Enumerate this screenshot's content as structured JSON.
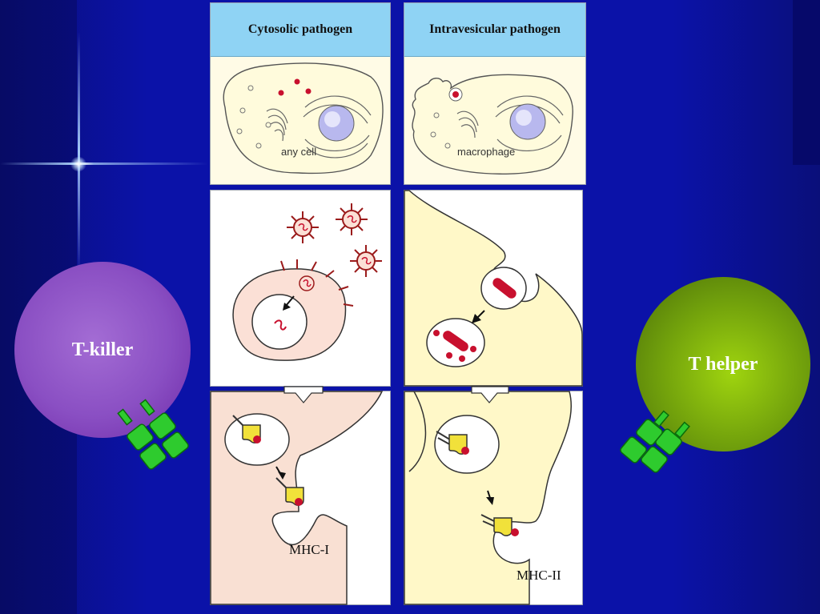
{
  "headers": {
    "cytosolic": "Cytosolic pathogen",
    "intravesicular": "Intravesicular pathogen"
  },
  "cell_labels": {
    "any_cell": "any cell",
    "macrophage": "macrophage"
  },
  "mhc_labels": {
    "mhc1": "MHC-I",
    "mhc2": "MHC-II"
  },
  "t_cells": {
    "killer": "T-killer",
    "helper": "T helper"
  },
  "colors": {
    "background": "#0b12a8",
    "header_fill": "#8fd3f4",
    "cell_fill_top": "#fffbdc",
    "cytosolic_cell_fill": "#f9e0d3",
    "intravesicular_cell_fill": "#fff8c8",
    "pathogen_red": "#c8102e",
    "mhc_yellow": "#f1e13a",
    "receptor_green": "#2ecb2e",
    "t_killer": "#8a4fc3",
    "t_helper": "#6f9e0c"
  }
}
